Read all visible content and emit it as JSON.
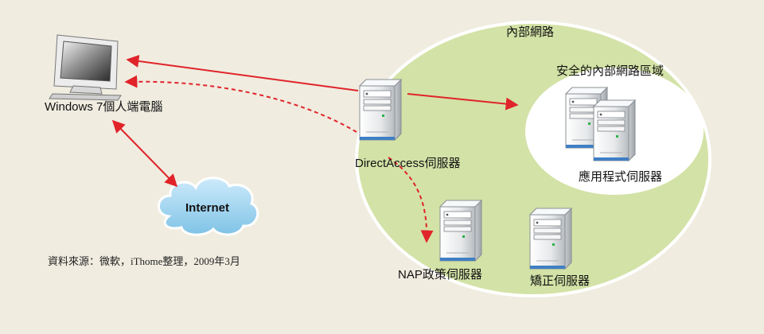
{
  "labels": {
    "internal_network": "內部網路",
    "secure_zone": "安全的內部網路區域",
    "client": "Windows 7個人端電腦",
    "internet": "Internet",
    "directaccess": "DirectAccess伺服器",
    "app_servers": "應用程式伺服器",
    "nap": "NAP政策伺服器",
    "remediation": "矯正伺服器"
  },
  "source": "資料來源：微軟，iThome整理，2009年3月",
  "colors": {
    "background": "#f0ece0",
    "internal_network_fill": "#d3e2a6",
    "network_border": "#ffffff",
    "arrow": "#e0242a",
    "cloud": "#9fd5ef",
    "server_body": "#eceef0"
  }
}
